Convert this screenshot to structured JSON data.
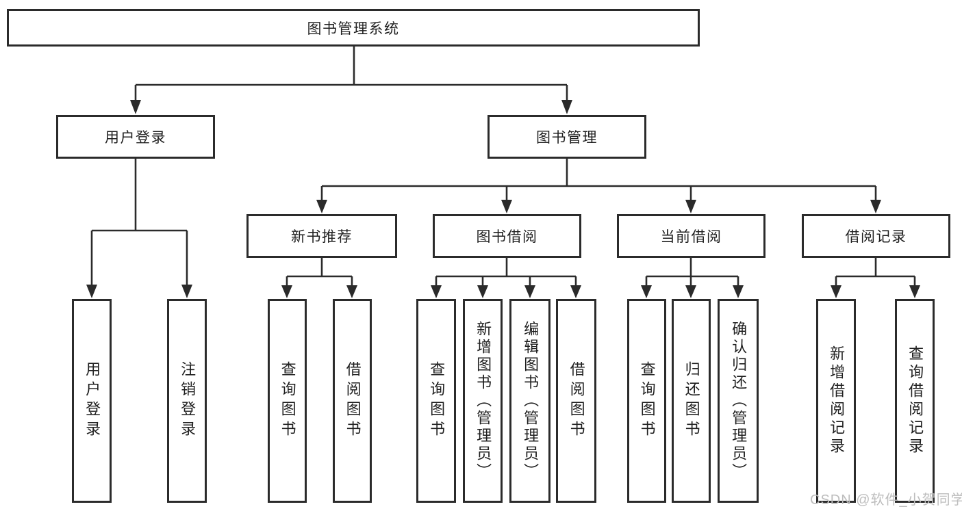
{
  "colors": {
    "line": "#2b2b2b",
    "box_border": "#2b2b2b",
    "text": "#1f1f1f",
    "watermark": "#bdbdbd",
    "background": "#ffffff"
  },
  "watermark": {
    "text": "CSDN @软件_小贺同学"
  },
  "tree": {
    "root": {
      "label": "图书管理系统",
      "children": [
        {
          "label": "用户登录",
          "children": [
            {
              "label": "用户登录"
            },
            {
              "label": "注销登录"
            }
          ]
        },
        {
          "label": "图书管理",
          "children": [
            {
              "label": "新书推荐",
              "children": [
                {
                  "label": "查询图书"
                },
                {
                  "label": "借阅图书"
                }
              ]
            },
            {
              "label": "图书借阅",
              "children": [
                {
                  "label": "查询图书"
                },
                {
                  "label": "新增图书（管理员）"
                },
                {
                  "label": "编辑图书（管理员）"
                },
                {
                  "label": "借阅图书"
                }
              ]
            },
            {
              "label": "当前借阅",
              "children": [
                {
                  "label": "查询图书"
                },
                {
                  "label": "归还图书"
                },
                {
                  "label": "确认归还（管理员）"
                }
              ]
            },
            {
              "label": "借阅记录",
              "children": [
                {
                  "label": "新增借阅记录"
                },
                {
                  "label": "查询借阅记录"
                }
              ]
            }
          ]
        }
      ]
    }
  }
}
